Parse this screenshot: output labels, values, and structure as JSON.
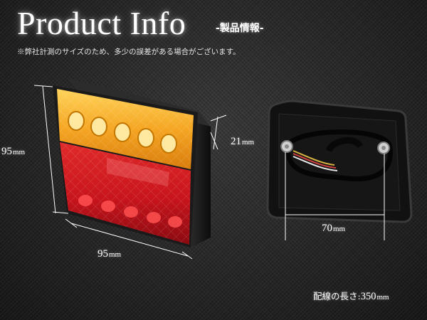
{
  "header": {
    "title": "Product Info",
    "subtitle": "-製品情報-",
    "note": "※弊社計測のサイズのため、多少の誤差がある場合がございます。"
  },
  "dimensions": {
    "height": {
      "value": "95",
      "unit": "mm"
    },
    "width": {
      "value": "95",
      "unit": "mm"
    },
    "depth": {
      "value": "21",
      "unit": "mm"
    },
    "mount_spacing": {
      "value": "70",
      "unit": "mm"
    }
  },
  "cable": {
    "label": "配線の長さ:",
    "value": "350",
    "unit": "mm"
  },
  "colors": {
    "amber": "#f5a623",
    "red": "#c8141c",
    "housing": "#1a1a1a"
  }
}
